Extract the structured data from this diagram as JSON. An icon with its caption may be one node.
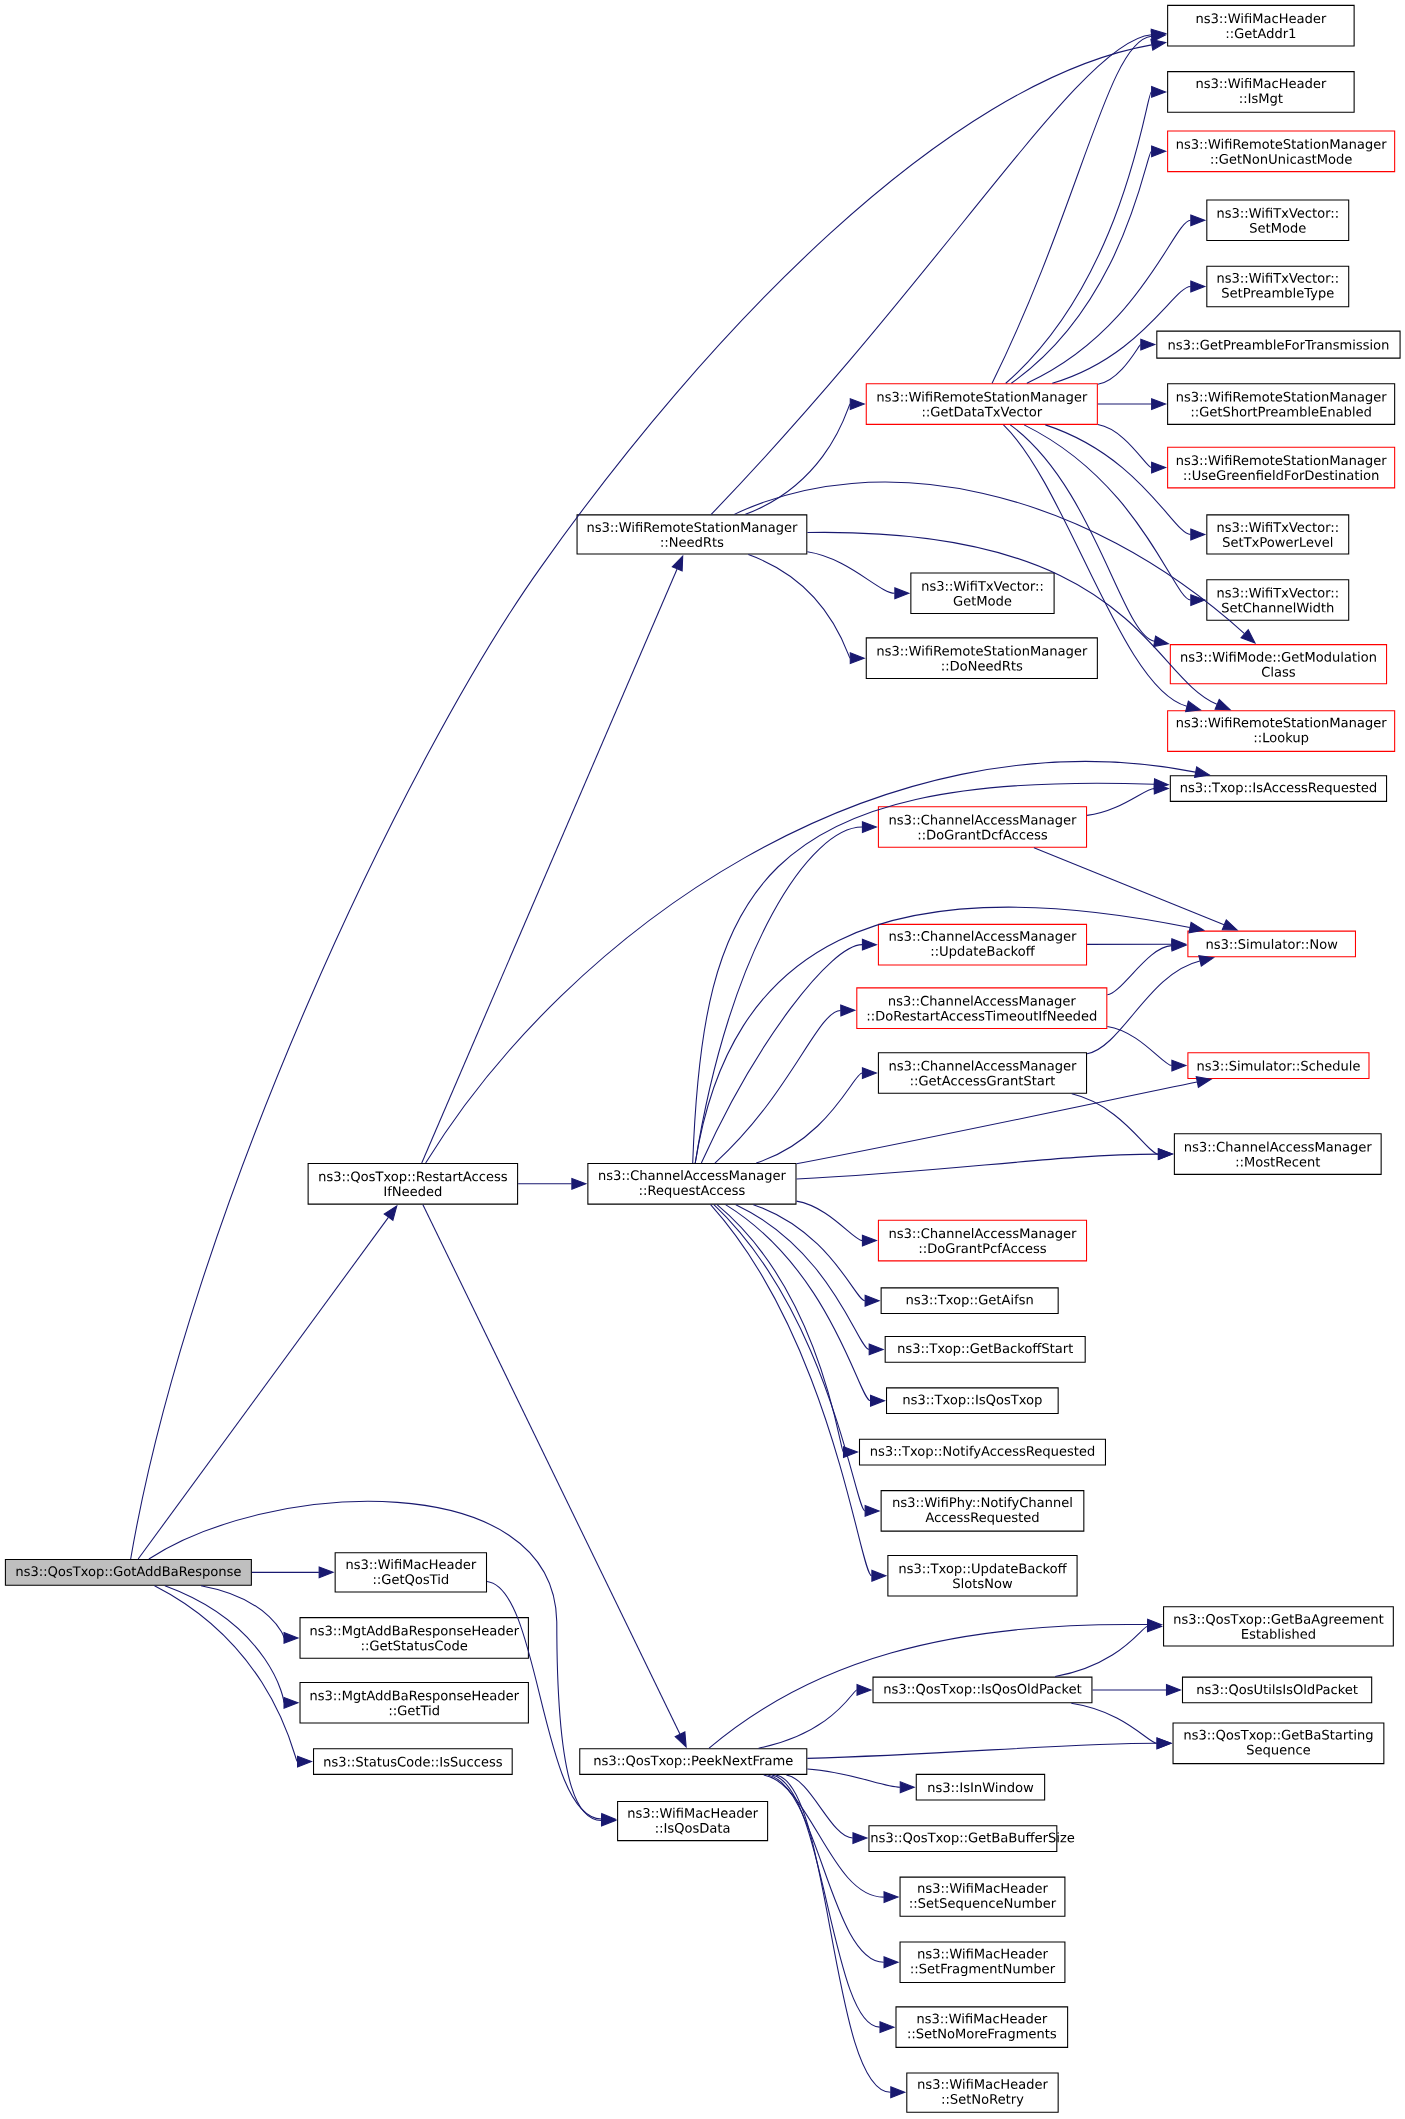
{
  "diagram": {
    "nodes": [
      {
        "text": [
          "ns3::QosTxop::GotAddBaResponse"
        ]
      },
      {
        "text": [
          "ns3::QosTxop::RestartAccess IfNeeded"
        ]
      },
      {
        "text": [
          "ns3::WifiRemoteStationManager ::NeedRts"
        ]
      },
      {
        "text": [
          "ns3::WifiRemoteStationManager ::GetDataTxVector"
        ]
      },
      {
        "text": [
          "ns3::WifiMacHeader ::GetAddr1"
        ]
      },
      {
        "text": [
          "ns3::WifiMacHeader ::IsMgt"
        ]
      },
      {
        "text": [
          "ns3::WifiRemoteStationManager ::GetNonUnicastMode"
        ]
      },
      {
        "text": [
          "ns3::WifiTxVector:: SetMode"
        ]
      },
      {
        "text": [
          "ns3::WifiTxVector:: SetPreambleType"
        ]
      },
      {
        "text": [
          "ns3::GetPreambleForTransmission"
        ]
      },
      {
        "text": [
          "ns3::WifiRemoteStationManager ::GetShortPreambleEnabled"
        ]
      },
      {
        "text": [
          "ns3::WifiRemoteStationManager ::UseGreenfieldForDestination"
        ]
      },
      {
        "text": [
          "ns3::WifiTxVector:: SetTxPowerLevel"
        ]
      },
      {
        "text": [
          "ns3::WifiTxVector:: SetChannelWidth"
        ]
      },
      {
        "text": [
          "ns3::WifiMode::GetModulation Class"
        ]
      },
      {
        "text": [
          "ns3::WifiRemoteStationManager ::Lookup"
        ]
      },
      {
        "text": [
          "ns3::WifiTxVector:: GetMode"
        ]
      },
      {
        "text": [
          "ns3::WifiRemoteStationManager ::DoNeedRts"
        ]
      },
      {
        "text": [
          "ns3::Txop::IsAccessRequested"
        ]
      },
      {
        "text": [
          "ns3::ChannelAccessManager ::DoGrantDcfAccess"
        ]
      },
      {
        "text": [
          "ns3::Simulator::Now"
        ]
      },
      {
        "text": [
          "ns3::ChannelAccessManager ::UpdateBackoff"
        ]
      },
      {
        "text": [
          "ns3::ChannelAccessManager ::DoRestartAccessTimeoutIfNeeded"
        ]
      },
      {
        "text": [
          "ns3::ChannelAccessManager ::GetAccessGrantStart"
        ]
      },
      {
        "text": [
          "ns3::Simulator::Schedule"
        ]
      },
      {
        "text": [
          "ns3::ChannelAccessManager ::MostRecent"
        ]
      },
      {
        "text": [
          "ns3::ChannelAccessManager ::RequestAccess"
        ]
      },
      {
        "text": [
          "ns3::ChannelAccessManager ::DoGrantPcfAccess"
        ]
      },
      {
        "text": [
          "ns3::Txop::GetAifsn"
        ]
      },
      {
        "text": [
          "ns3::Txop::GetBackoffStart"
        ]
      },
      {
        "text": [
          "ns3::Txop::IsQosTxop"
        ]
      },
      {
        "text": [
          "ns3::Txop::NotifyAccessRequested"
        ]
      },
      {
        "text": [
          "ns3::WifiPhy::NotifyChannel AccessRequested"
        ]
      },
      {
        "text": [
          "ns3::Txop::UpdateBackoff SlotsNow"
        ]
      },
      {
        "text": [
          "ns3::WifiMacHeader ::GetQosTid"
        ]
      },
      {
        "text": [
          "ns3::MgtAddBaResponseHeader ::GetStatusCode"
        ]
      },
      {
        "text": [
          "ns3::MgtAddBaResponseHeader ::GetTid"
        ]
      },
      {
        "text": [
          "ns3::StatusCode::IsSuccess"
        ]
      },
      {
        "text": [
          "ns3::QosTxop::PeekNextFrame"
        ]
      },
      {
        "text": [
          "ns3::WifiMacHeader ::IsQosData"
        ]
      },
      {
        "text": [
          "ns3::QosTxop::GetBaAgreement Established"
        ]
      },
      {
        "text": [
          "ns3::QosTxop::IsQosOldPacket"
        ]
      },
      {
        "text": [
          "ns3::QosUtilsIsOldPacket"
        ]
      },
      {
        "text": [
          "ns3::QosTxop::GetBaStarting Sequence"
        ]
      },
      {
        "text": [
          "ns3::IsInWindow"
        ]
      },
      {
        "text": [
          "ns3::QosTxop::GetBaBufferSize"
        ]
      },
      {
        "text": [
          "ns3::WifiMacHeader ::SetSequenceNumber"
        ]
      },
      {
        "text": [
          "ns3::WifiMacHeader ::SetFragmentNumber"
        ]
      },
      {
        "text": [
          "ns3::WifiMacHeader ::SetNoMoreFragments"
        ]
      },
      {
        "text": [
          "ns3::WifiMacHeader ::SetNoRetry"
        ]
      }
    ],
    "edges": [
      {
        "from": 0,
        "to": 4,
        "arrow": "to"
      },
      {
        "from": 0,
        "to": 1,
        "arrow": "to"
      },
      {
        "from": 0,
        "to": 39,
        "arrow": "to"
      },
      {
        "from": 0,
        "to": 34,
        "arrow": "to"
      },
      {
        "from": 0,
        "to": 35,
        "arrow": "to"
      },
      {
        "from": 0,
        "to": 36,
        "arrow": "to"
      },
      {
        "from": 0,
        "to": 37,
        "arrow": "to"
      },
      {
        "from": 1,
        "to": 2,
        "arrow": "to"
      },
      {
        "from": 1,
        "to": 18,
        "arrow": "to"
      },
      {
        "from": 1,
        "to": 26,
        "arrow": "to"
      },
      {
        "from": 1,
        "to": 38,
        "arrow": "to"
      },
      {
        "from": 2,
        "to": 4,
        "arrow": "to"
      },
      {
        "from": 2,
        "to": 3,
        "arrow": "to"
      },
      {
        "from": 2,
        "to": 14,
        "arrow": "to"
      },
      {
        "from": 2,
        "to": 15,
        "arrow": "to"
      },
      {
        "from": 2,
        "to": 16,
        "arrow": "to"
      },
      {
        "from": 2,
        "to": 17,
        "arrow": "to"
      },
      {
        "from": 3,
        "to": 4,
        "arrow": "to"
      },
      {
        "from": 3,
        "to": 5,
        "arrow": "to"
      },
      {
        "from": 3,
        "to": 6,
        "arrow": "to"
      },
      {
        "from": 3,
        "to": 7,
        "arrow": "to"
      },
      {
        "from": 3,
        "to": 8,
        "arrow": "to"
      },
      {
        "from": 3,
        "to": 9,
        "arrow": "to"
      },
      {
        "from": 3,
        "to": 10,
        "arrow": "to"
      },
      {
        "from": 3,
        "to": 11,
        "arrow": "to"
      },
      {
        "from": 3,
        "to": 12,
        "arrow": "to"
      },
      {
        "from": 3,
        "to": 13,
        "arrow": "to"
      },
      {
        "from": 3,
        "to": 14,
        "arrow": "to"
      },
      {
        "from": 3,
        "to": 15,
        "arrow": "to"
      },
      {
        "from": 26,
        "to": 18,
        "arrow": "to"
      },
      {
        "from": 26,
        "to": 19,
        "arrow": "to"
      },
      {
        "from": 26,
        "to": 20,
        "arrow": "to"
      },
      {
        "from": 26,
        "to": 21,
        "arrow": "to"
      },
      {
        "from": 26,
        "to": 22,
        "arrow": "to"
      },
      {
        "from": 26,
        "to": 23,
        "arrow": "to"
      },
      {
        "from": 26,
        "to": 24,
        "arrow": "to"
      },
      {
        "from": 26,
        "to": 25,
        "arrow": "to"
      },
      {
        "from": 26,
        "to": 27,
        "arrow": "to"
      },
      {
        "from": 26,
        "to": 28,
        "arrow": "to"
      },
      {
        "from": 26,
        "to": 29,
        "arrow": "to"
      },
      {
        "from": 26,
        "to": 30,
        "arrow": "to"
      },
      {
        "from": 26,
        "to": 31,
        "arrow": "to"
      },
      {
        "from": 26,
        "to": 32,
        "arrow": "to"
      },
      {
        "from": 26,
        "to": 33,
        "arrow": "to"
      },
      {
        "from": 19,
        "to": 18,
        "arrow": "to"
      },
      {
        "from": 19,
        "to": 20,
        "arrow": "to"
      },
      {
        "from": 21,
        "to": 20,
        "arrow": "to"
      },
      {
        "from": 22,
        "to": 20,
        "arrow": "to"
      },
      {
        "from": 22,
        "to": 24,
        "arrow": "to"
      },
      {
        "from": 23,
        "to": 20,
        "arrow": "to"
      },
      {
        "from": 23,
        "to": 25,
        "arrow": "to"
      },
      {
        "from": 34,
        "to": 39,
        "arrow": "to"
      },
      {
        "from": 38,
        "to": 40,
        "arrow": "to"
      },
      {
        "from": 38,
        "to": 41,
        "arrow": "to"
      },
      {
        "from": 38,
        "to": 43,
        "arrow": "to"
      },
      {
        "from": 38,
        "to": 44,
        "arrow": "to"
      },
      {
        "from": 38,
        "to": 45,
        "arrow": "to"
      },
      {
        "from": 38,
        "to": 46,
        "arrow": "to"
      },
      {
        "from": 38,
        "to": 47,
        "arrow": "to"
      },
      {
        "from": 38,
        "to": 48,
        "arrow": "to"
      },
      {
        "from": 38,
        "to": 49,
        "arrow": "to"
      },
      {
        "from": 41,
        "to": 40,
        "arrow": "to"
      },
      {
        "from": 41,
        "to": 42,
        "arrow": "to"
      },
      {
        "from": 41,
        "to": 43,
        "arrow": "to"
      }
    ]
  }
}
